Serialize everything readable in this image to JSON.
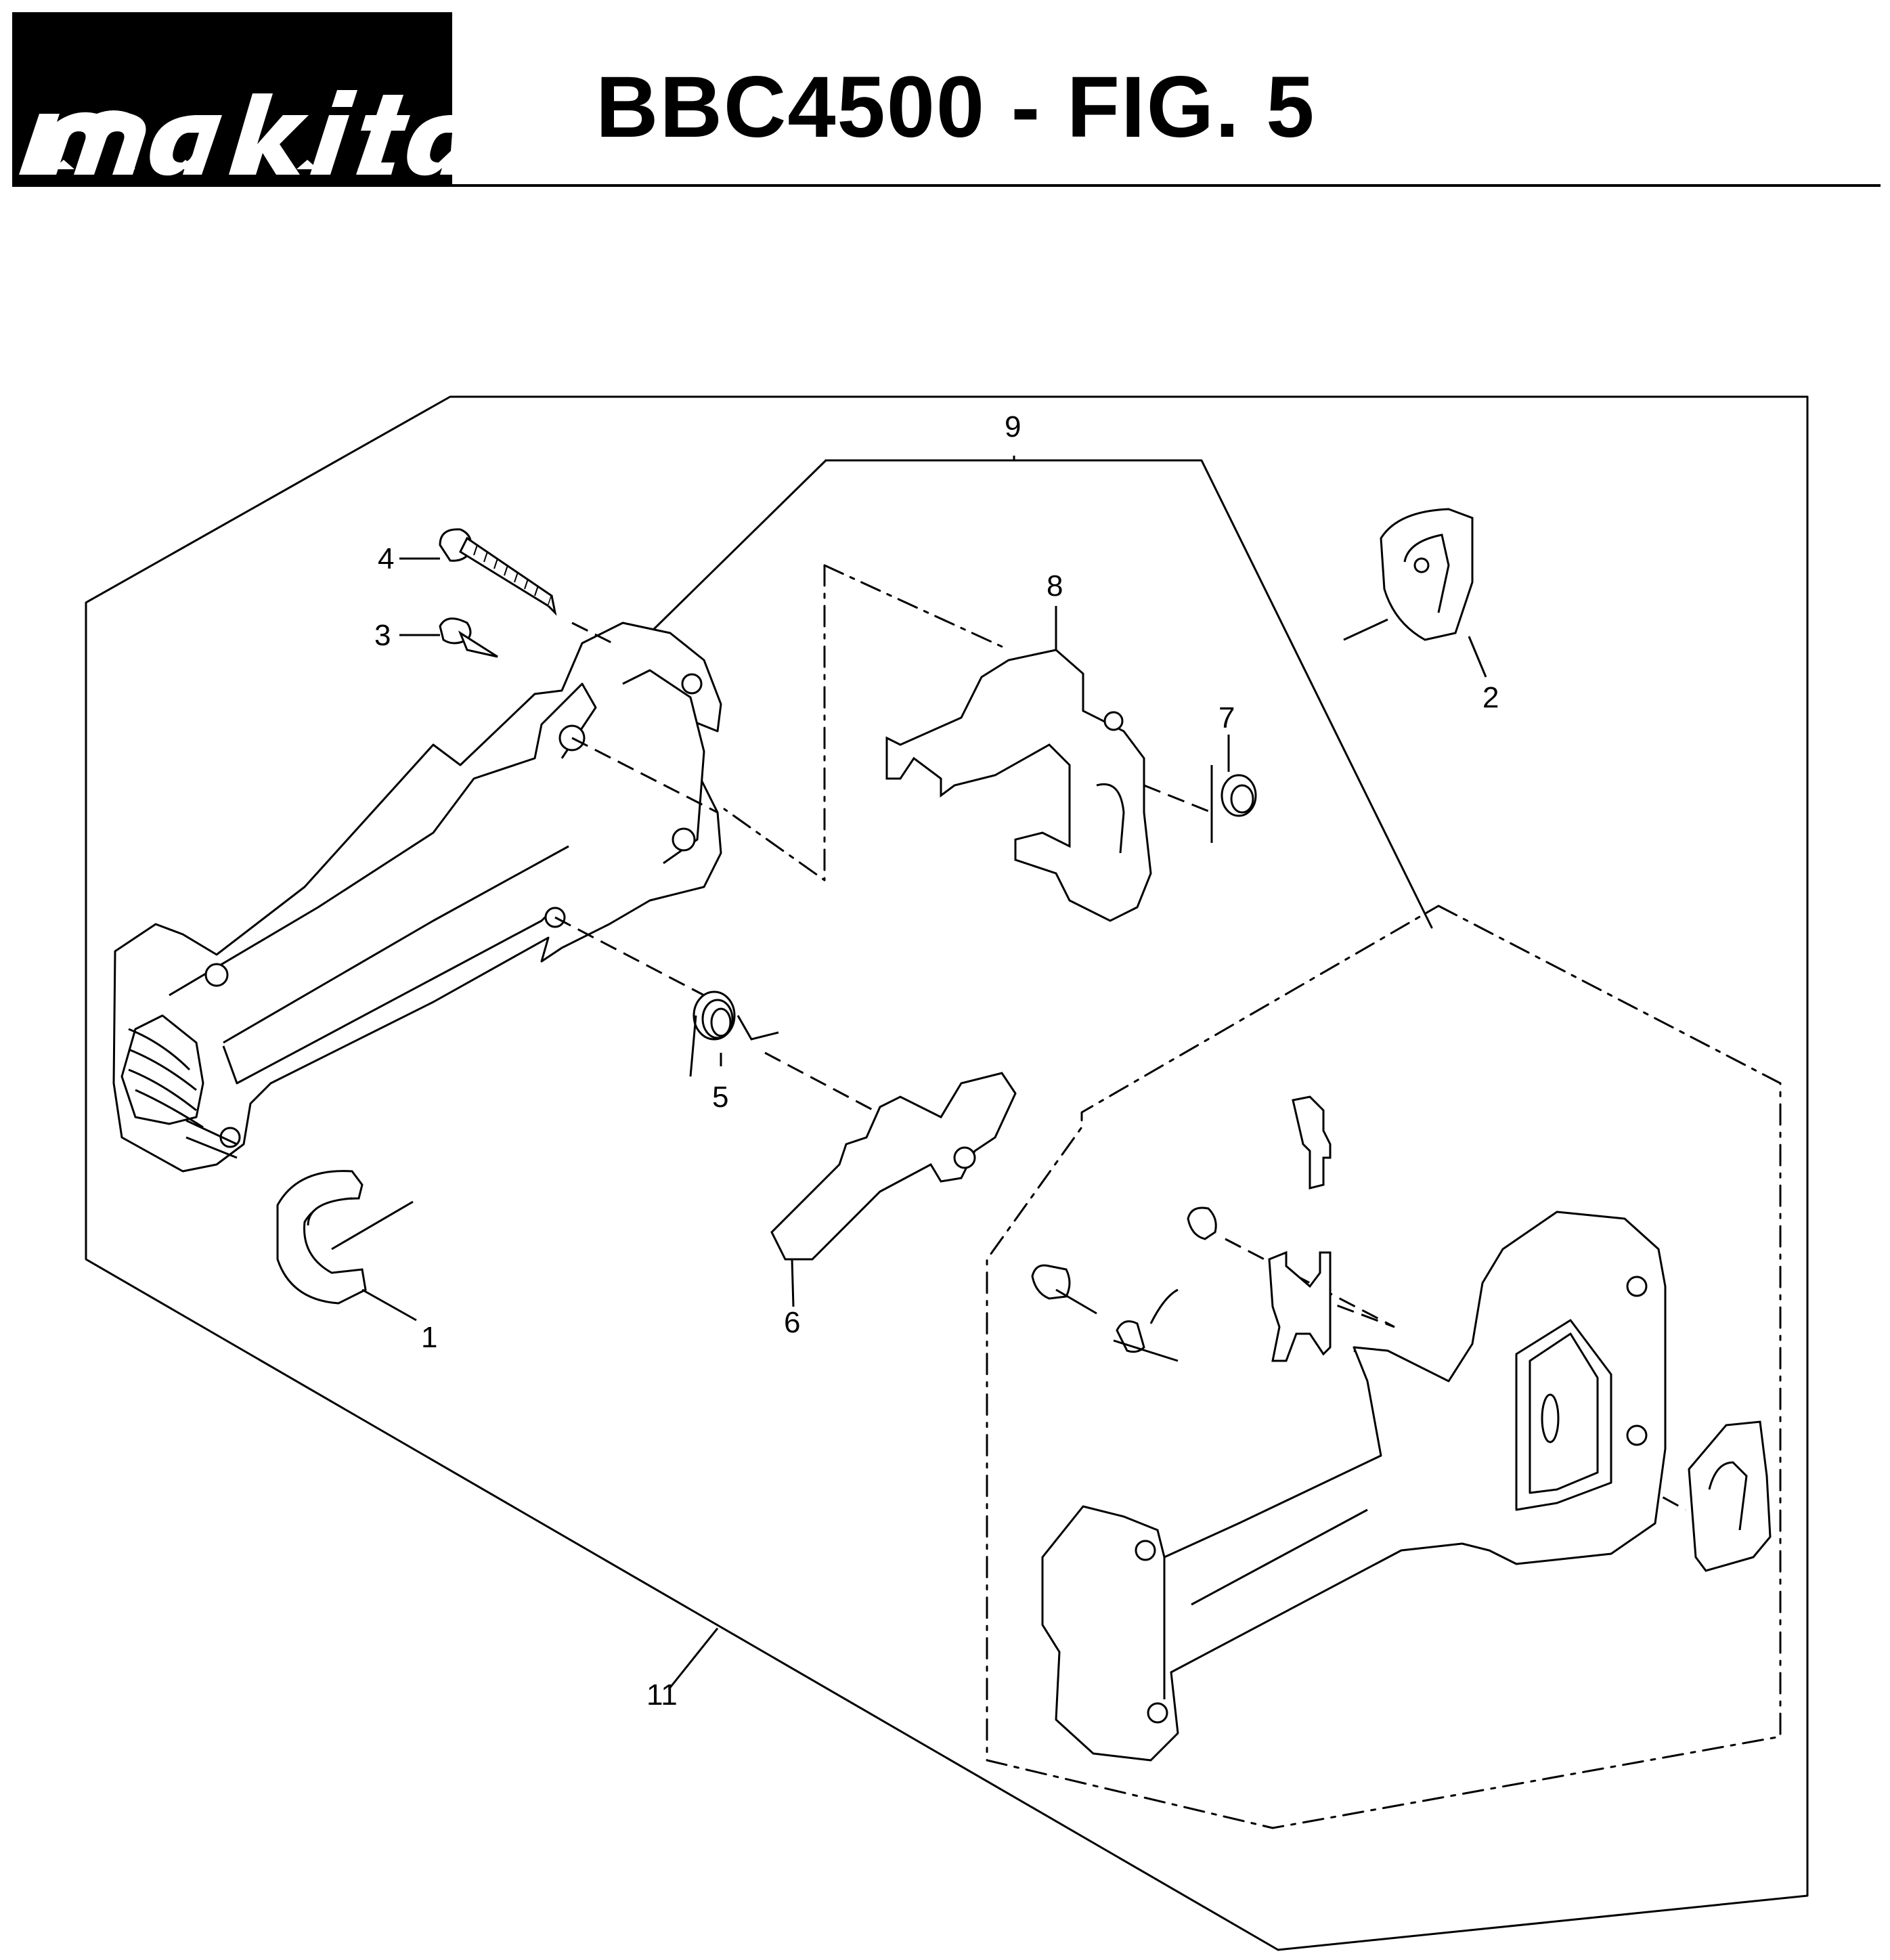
{
  "brand": {
    "logo_text": "makita"
  },
  "header": {
    "title": "BBC4500 - FIG. 5"
  },
  "diagram": {
    "callouts": [
      {
        "id": "1",
        "label": "1"
      },
      {
        "id": "2",
        "label": "2"
      },
      {
        "id": "3",
        "label": "3"
      },
      {
        "id": "4",
        "label": "4"
      },
      {
        "id": "5",
        "label": "5"
      },
      {
        "id": "6",
        "label": "6"
      },
      {
        "id": "7",
        "label": "7"
      },
      {
        "id": "8",
        "label": "8"
      },
      {
        "id": "9",
        "label": "9"
      },
      {
        "id": "11",
        "label": "11"
      }
    ]
  }
}
